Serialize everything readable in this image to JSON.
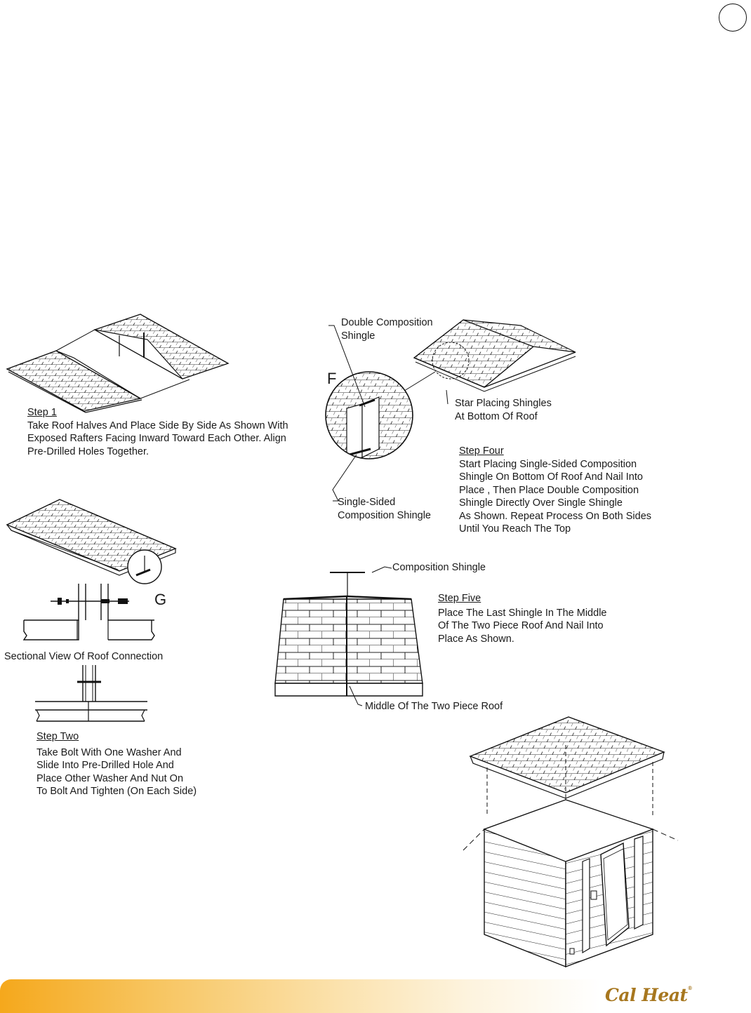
{
  "step1": {
    "title": "Step 1",
    "lines": [
      "Take Roof Halves And Place Side By Side As Shown With",
      "Exposed Rafters Facing Inward Toward Each Other. Align",
      "Pre-Drilled Holes Together."
    ]
  },
  "detail_f": {
    "letter": "F",
    "double_label": [
      "Double Composition",
      "Shingle"
    ],
    "single_label": [
      "Single-Sided",
      "Composition Shingle"
    ],
    "start_label": [
      "Star Placing Shingles",
      "At Bottom Of Roof"
    ]
  },
  "step4": {
    "title": "Step Four",
    "lines": [
      "Start Placing Single-Sided Composition",
      "Shingle On Bottom Of Roof And Nail Into",
      "Place , Then Place Double Composition",
      "Shingle Directly Over Single Shingle",
      "As Shown. Repeat Process On Both Sides",
      "Until You Reach The Top"
    ]
  },
  "detail_g": {
    "letter": "G",
    "section_label": "Sectional View Of Roof Connection"
  },
  "step5": {
    "composition_label": "Composition Shingle",
    "title": "Step Five",
    "lines": [
      "Place The Last Shingle In The Middle",
      "Of The Two Piece Roof And Nail Into",
      "Place As Shown."
    ],
    "middle_label": "Middle Of The Two Piece Roof"
  },
  "step2": {
    "title": "Step Two",
    "lines": [
      "Take Bolt With One Washer And",
      "Slide Into Pre-Drilled Hole And",
      "Place Other Washer And Nut On",
      "To Bolt And Tighten (On Each Side)"
    ]
  },
  "footer": {
    "logo": "Cal Heat",
    "trademark": "®"
  },
  "colors": {
    "footer_orange": "#f5a81c",
    "logo_brown": "#a7771f",
    "ink": "#1a1a1a"
  }
}
